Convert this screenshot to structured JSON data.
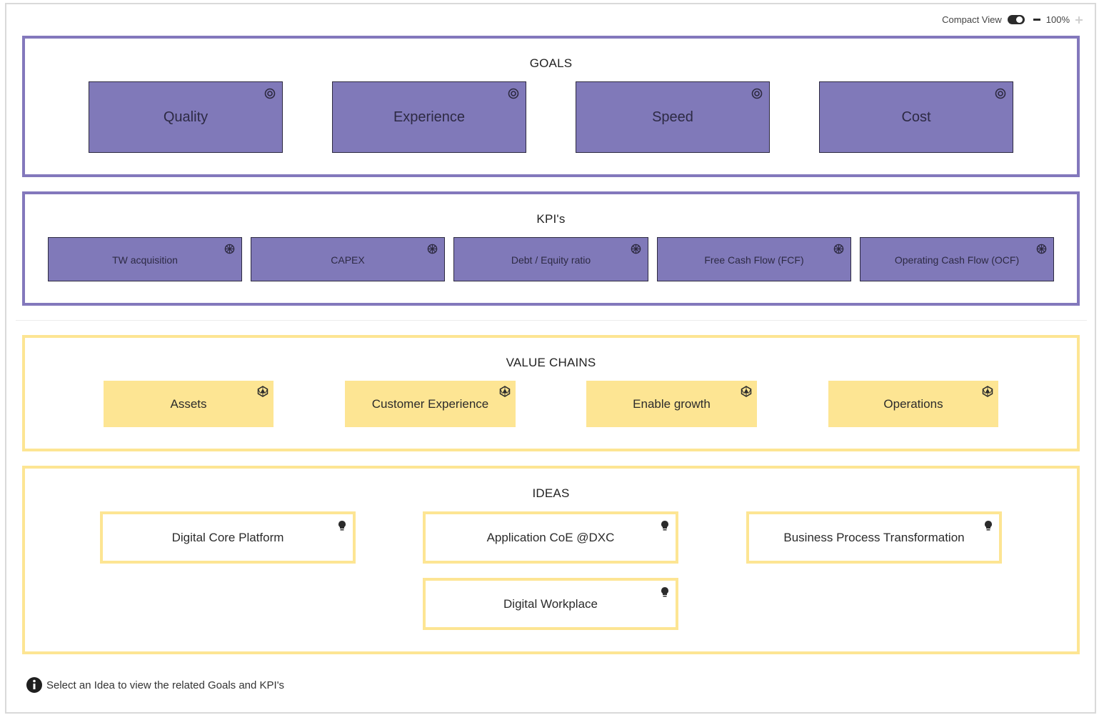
{
  "toolbar": {
    "compact_view_label": "Compact View",
    "zoom_level": "100%"
  },
  "goals": {
    "title": "GOALS",
    "items": [
      {
        "label": "Quality",
        "icon": "target-icon"
      },
      {
        "label": "Experience",
        "icon": "target-icon"
      },
      {
        "label": "Speed",
        "icon": "target-icon"
      },
      {
        "label": "Cost",
        "icon": "target-icon"
      }
    ]
  },
  "kpis": {
    "title": "KPI's",
    "items": [
      {
        "label": "TW acquisition",
        "icon": "kpi-gear-icon"
      },
      {
        "label": "CAPEX",
        "icon": "kpi-gear-icon"
      },
      {
        "label": "Debt / Equity ratio",
        "icon": "kpi-gear-icon"
      },
      {
        "label": "Free Cash Flow (FCF)",
        "icon": "kpi-gear-icon"
      },
      {
        "label": "Operating Cash Flow (OCF)",
        "icon": "kpi-gear-icon"
      }
    ]
  },
  "value_chains": {
    "title": "VALUE CHAINS",
    "items": [
      {
        "label": "Assets",
        "icon": "value-chain-icon"
      },
      {
        "label": "Customer Experience",
        "icon": "value-chain-icon"
      },
      {
        "label": "Enable growth",
        "icon": "value-chain-icon"
      },
      {
        "label": "Operations",
        "icon": "value-chain-icon"
      }
    ]
  },
  "ideas": {
    "title": "IDEAS",
    "items": [
      {
        "label": "Digital Core Platform",
        "icon": "lightbulb-icon"
      },
      {
        "label": "Application CoE @DXC",
        "icon": "lightbulb-icon"
      },
      {
        "label": "Business Process Transformation",
        "icon": "lightbulb-icon"
      },
      {
        "label": "Digital Workplace",
        "icon": "lightbulb-icon"
      }
    ]
  },
  "footer": {
    "hint": "Select an Idea to view the related Goals and KPI's"
  },
  "colors": {
    "purple_card": "#8079b9",
    "purple_border": "#8378bc",
    "yellow": "#fde593"
  }
}
